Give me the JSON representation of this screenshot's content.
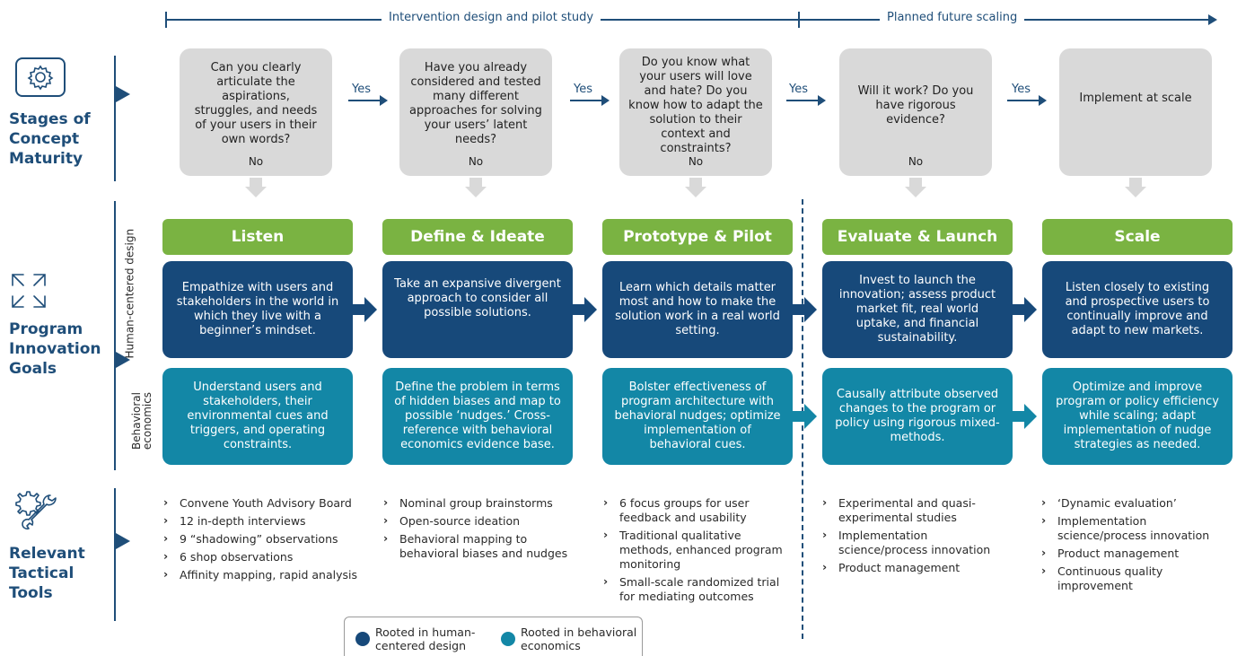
{
  "phases": {
    "pilot": "Intervention design and pilot study",
    "scaling": "Planned future scaling"
  },
  "sections": {
    "concept": "Stages of Concept Maturity",
    "goals": "Program Innovation Goals",
    "tools": "Relevant Tactical Tools"
  },
  "row_labels": {
    "hcd": "Human-centered design",
    "be": "Behavioral economics"
  },
  "yes_label": "Yes",
  "no_label": "No",
  "questions": [
    "Can you clearly articulate the aspirations, struggles, and needs of your users in their own words?",
    "Have you already considered and tested many different approaches for solving your users’ latent needs?",
    "Do you know what your users will love and hate? Do you know how to adapt the solution to their context and constraints?",
    "Will it work? Do you have rigorous evidence?",
    "Implement at scale"
  ],
  "stages": [
    "Listen",
    "Define & Ideate",
    "Prototype & Pilot",
    "Evaluate & Launch",
    "Scale"
  ],
  "hcd_goals": [
    "Empathize with users and stakeholders in the world in which they live with a beginner’s mindset.",
    "Take an expansive divergent approach to consider all possible solutions.",
    "Learn which details matter most and how to make the solution work in a real world setting.",
    "Invest to launch the innovation; assess product market fit, real world uptake, and financial sustainability.",
    "Listen closely to existing and prospective users to continually improve and adapt to new markets."
  ],
  "be_goals": [
    "Understand users and stakeholders, their environmental cues and triggers, and operating constraints.",
    "Define the problem in terms of hidden biases and map to possible ‘nudges.’ Cross-reference with behavioral economics evidence base.",
    "Bolster effectiveness of program architecture with behavioral nudges; optimize implementation of behavioral cues.",
    "Causally attribute observed changes to the program or policy using rigorous mixed-methods.",
    "Optimize and improve program or policy efficiency while scaling; adapt implementation of nudge strategies as needed."
  ],
  "tools": [
    [
      "Convene Youth Advisory Board",
      "12 in-depth interviews",
      "9 “shadowing” observations",
      "6 shop observations",
      "Affinity mapping, rapid analysis"
    ],
    [
      "Nominal group brainstorms",
      "Open-source ideation",
      "Behavioral mapping to behavioral biases and nudges"
    ],
    [
      "6 focus groups for user feedback and usability",
      "Traditional qualitative methods, enhanced program monitoring",
      "Small-scale randomized trial for mediating outcomes"
    ],
    [
      "Experimental and quasi-experimental studies",
      "Implementation science/process innovation",
      "Product management"
    ],
    [
      "‘Dynamic evaluation’",
      "Implementation science/process innovation",
      "Product management",
      "Continuous quality improvement"
    ]
  ],
  "legend": {
    "hcd": "Rooted in human-centered design",
    "be": "Rooted in behavioral economics"
  },
  "colors": {
    "navy": "#17497a",
    "teal": "#1387a6",
    "green": "#7ab342",
    "grey": "#d9d9d9"
  }
}
